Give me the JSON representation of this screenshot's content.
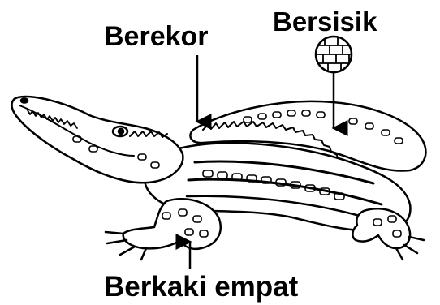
{
  "labels": {
    "tail": "Berekor",
    "scales": "Bersisik",
    "legs": "Berkaki empat"
  },
  "colors": {
    "ink": "#000000",
    "paper": "#ffffff"
  },
  "icons": {
    "animal": "crocodile-illustration",
    "scale_detail": "scale-pattern-magnifier"
  }
}
